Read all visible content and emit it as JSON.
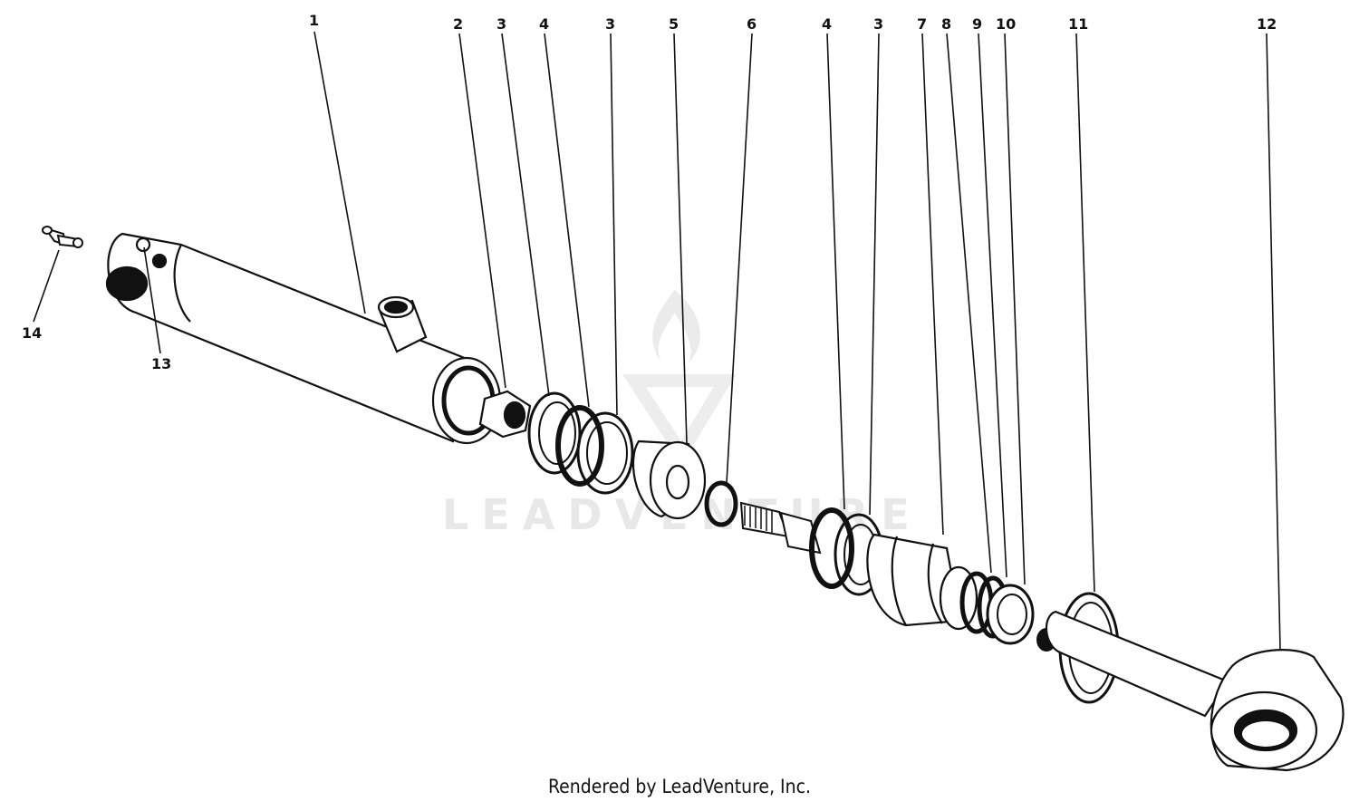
{
  "callouts": [
    {
      "id": "1",
      "text": "1"
    },
    {
      "id": "2",
      "text": "2"
    },
    {
      "id": "3a",
      "text": "3"
    },
    {
      "id": "4a",
      "text": "4"
    },
    {
      "id": "3b",
      "text": "3"
    },
    {
      "id": "5",
      "text": "5"
    },
    {
      "id": "6",
      "text": "6"
    },
    {
      "id": "4b",
      "text": "4"
    },
    {
      "id": "3c",
      "text": "3"
    },
    {
      "id": "7",
      "text": "7"
    },
    {
      "id": "8",
      "text": "8"
    },
    {
      "id": "9",
      "text": "9"
    },
    {
      "id": "10",
      "text": "10"
    },
    {
      "id": "11",
      "text": "11"
    },
    {
      "id": "12",
      "text": "12"
    },
    {
      "id": "13",
      "text": "13"
    },
    {
      "id": "14",
      "text": "14"
    }
  ],
  "watermark": "LEADVENTURE",
  "footer": "Rendered by LeadVenture, Inc.",
  "colors": {
    "ink": "#111111",
    "watermark": "#e6e6e6",
    "background": "#ffffff"
  }
}
